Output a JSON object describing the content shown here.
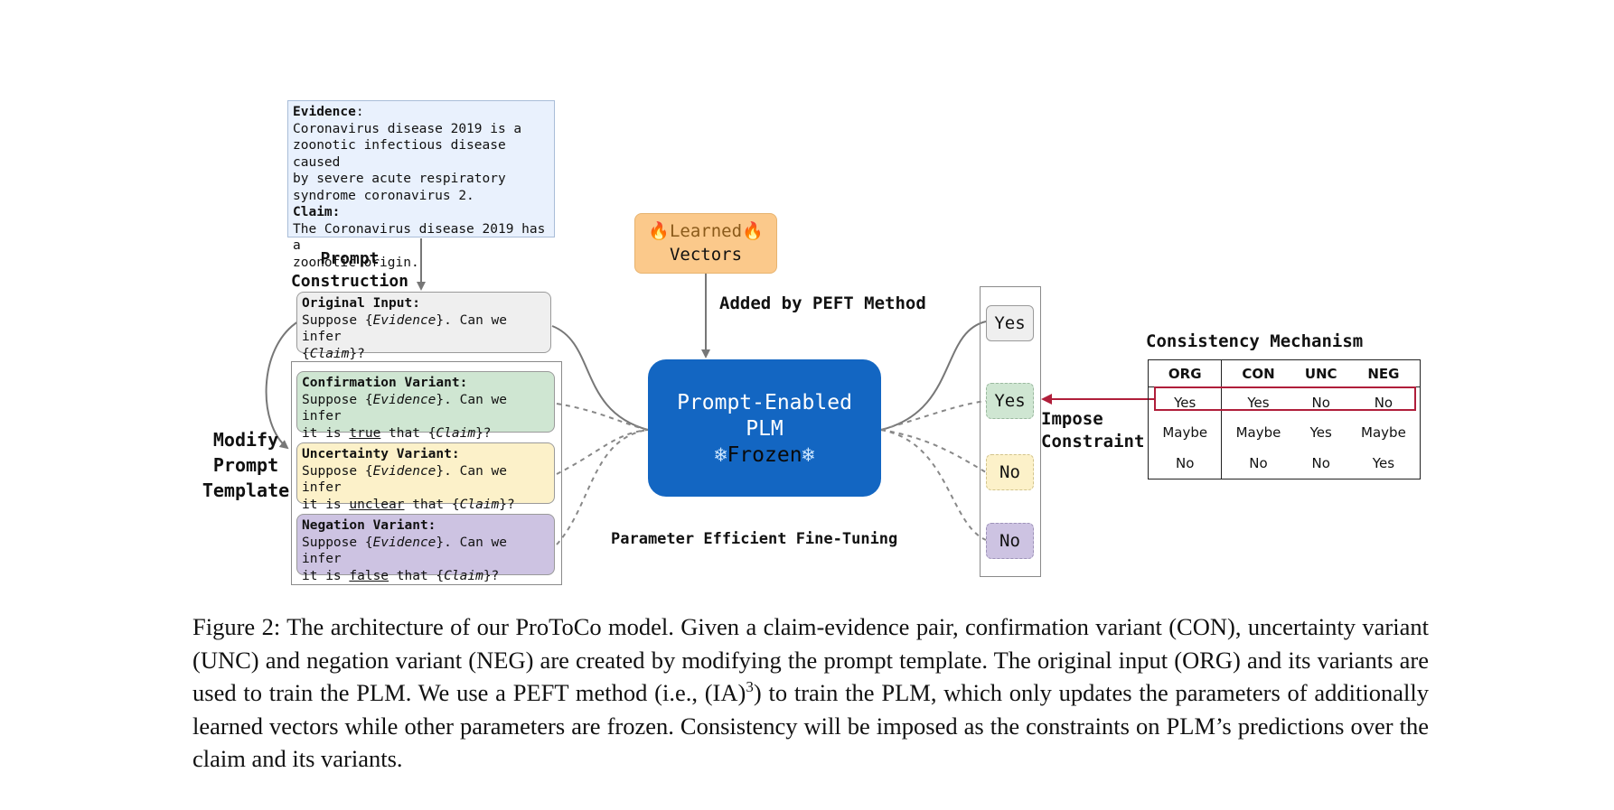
{
  "evidence_box": {
    "evidence_label": "Evidence",
    "colon": ":",
    "evidence_text": "Coronavirus disease 2019 is a\nzoonotic infectious disease caused\nby severe acute respiratory\nsyndrome coronavirus 2.",
    "claim_label": "Claim:",
    "claim_text": "The Coronavirus disease 2019 has a\nzoonotic origin."
  },
  "labels": {
    "prompt_construction": "Prompt\nConstruction",
    "modify_prompt_template": "Modify\nPrompt\nTemplate",
    "added_by_peft": "Added by PEFT Method",
    "parameter_efficient_ft": "Parameter Efficient Fine-Tuning",
    "impose_constraint": "Impose\nConstraint",
    "consistency_mechanism": "Consistency Mechanism"
  },
  "prompts": {
    "original": {
      "title": "Original Input:",
      "line1_a": "Suppose {",
      "evidence_word": "Evidence",
      "line1_b": "}. Can we infer",
      "line2_a": "{",
      "claim_word": "Claim",
      "line2_b": "}?"
    },
    "confirmation": {
      "title": "Confirmation Variant:",
      "line1_a": "Suppose {",
      "evidence_word": "Evidence",
      "line1_b": "}. Can we infer",
      "line2_a": "it is ",
      "key_word": "true",
      "line2_b": " that {",
      "claim_word": "Claim",
      "line2_c": "}?"
    },
    "uncertainty": {
      "title": "Uncertainty Variant:",
      "line1_a": "Suppose {",
      "evidence_word": "Evidence",
      "line1_b": "}. Can we infer",
      "line2_a": "it is ",
      "key_word": "unclear",
      "line2_b": " that {",
      "claim_word": "Claim",
      "line2_c": "}?"
    },
    "negation": {
      "title": "Negation Variant:",
      "line1_a": "Suppose {",
      "evidence_word": "Evidence",
      "line1_b": "}. Can we infer",
      "line2_a": "it is ",
      "key_word": "false",
      "line2_b": " that {",
      "claim_word": "Claim",
      "line2_c": "}?"
    }
  },
  "learned_vectors": {
    "line1": "Learned",
    "line2": "Vectors",
    "fire_glyph": "🔥"
  },
  "plm": {
    "line1": "Prompt-Enabled",
    "line2": "PLM",
    "frozen": "Frozen",
    "snow_glyph": "❄"
  },
  "predictions": [
    "Yes",
    "Yes",
    "No",
    "No"
  ],
  "consistency_table": {
    "headers": [
      "ORG",
      "CON",
      "UNC",
      "NEG"
    ],
    "rows": [
      [
        "Yes",
        "Yes",
        "No",
        "No"
      ],
      [
        "Maybe",
        "Maybe",
        "Yes",
        "Maybe"
      ],
      [
        "No",
        "No",
        "No",
        "Yes"
      ]
    ]
  },
  "caption": {
    "text_before_sup": "Figure 2: The architecture of our ProToCo model. Given a claim-evidence pair, confirmation variant (CON), uncertainty variant (UNC) and negation variant (NEG) are created by modifying the prompt template. The original input (ORG) and its variants are used to train the PLM. We use a PEFT method (i.e., (IA)",
    "sup": "3",
    "text_after_sup": ") to train the PLM, which only updates the parameters of additionally learned vectors while other parameters are frozen. Consistency will be imposed as the constraints on PLM’s predictions over the claim and its variants."
  },
  "colors": {
    "evidence_bg": "#e9f1fd",
    "original_bg": "#efefef",
    "confirmation_bg": "#cfe6d2",
    "uncertainty_bg": "#fcf1c9",
    "negation_bg": "#cdc3e2",
    "learned_bg": "#fbc98b",
    "plm_bg": "#1366c2",
    "highlight": "#b01e3a"
  }
}
